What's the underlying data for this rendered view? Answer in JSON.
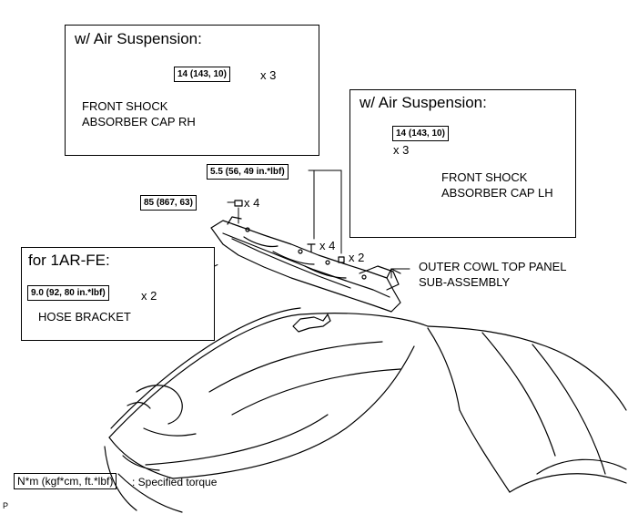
{
  "panels": {
    "air_rh": {
      "title": "w/ Air Suspension:",
      "torque": "14 (143, 10)",
      "qty": "x 3",
      "part": "FRONT SHOCK\nABSORBER CAP RH"
    },
    "air_lh": {
      "title": "w/ Air Suspension:",
      "torque": "14 (143, 10)",
      "qty": "x 3",
      "part": "FRONT SHOCK\nABSORBER CAP LH"
    },
    "engine": {
      "title": "for 1AR-FE:",
      "torque": "9.0 (92, 80 in.*lbf)",
      "qty": "x 2",
      "part": "HOSE BRACKET"
    }
  },
  "main": {
    "torque_bolt": "85 (867, 63)",
    "torque_bolt_qty": "x 4",
    "torque_small": "5.5 (56, 49 in.*lbf)",
    "torque_small_qty_a": "x 4",
    "torque_small_qty_b": "x 2",
    "part": "OUTER COWL TOP PANEL\nSUB-ASSEMBLY"
  },
  "legend": {
    "unit": "N*m (kgf*cm, ft.*lbf)",
    "text": ": Specified torque"
  },
  "corner_mark": "P"
}
